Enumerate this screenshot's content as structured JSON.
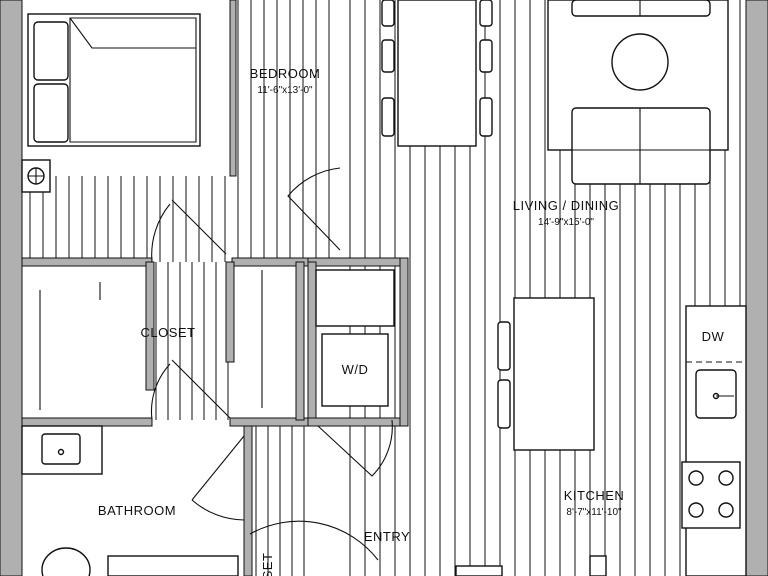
{
  "rooms": {
    "bedroom": {
      "name": "BEDROOM",
      "dims": "11'-6\"x13'-0\""
    },
    "living_dining": {
      "name": "LIVING / DINING",
      "dims": "14'-9\"x15'-0\""
    },
    "closet": {
      "name": "CLOSET"
    },
    "wd": {
      "name": "W/D"
    },
    "bathroom": {
      "name": "BATHROOM"
    },
    "entry": {
      "name": "ENTRY"
    },
    "kitchen": {
      "name": "KITCHEN",
      "dims": "8'-7\"x11'-10\""
    },
    "dw": {
      "name": "DW"
    },
    "cut_label": {
      "name": "SET"
    }
  },
  "colors": {
    "wall": "#b0b0b0",
    "line": "#111111",
    "background": "#ffffff"
  }
}
